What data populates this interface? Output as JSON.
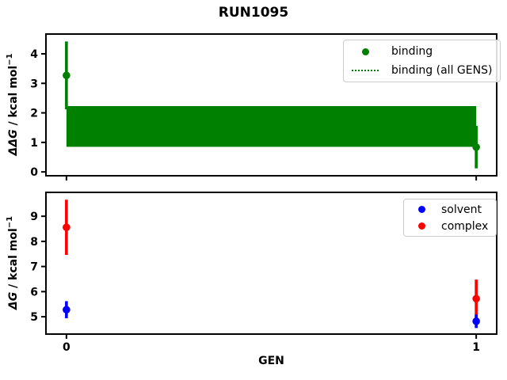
{
  "figure": {
    "title": "RUN1095",
    "background": "#ffffff",
    "frame_color": "#000000",
    "legend_border_color": "#cccccc"
  },
  "chart_data": [
    {
      "type": "scatter",
      "subtype": "errorbar",
      "ylabel": "ΔΔG / kcal mol⁻¹",
      "ylabel_parts": {
        "math": "ΔΔG",
        "rest": " / kcal mol",
        "sup": "−1"
      },
      "xlabel": "",
      "xlim": [
        -0.05,
        1.05
      ],
      "ylim": [
        -0.13,
        4.67
      ],
      "yticks": [
        0,
        1,
        2,
        3,
        4
      ],
      "xticks": [
        0,
        1
      ],
      "show_x_tick_labels": false,
      "grid": false,
      "series": [
        {
          "name": "binding",
          "color": "#008000",
          "marker": "circle",
          "x": [
            0,
            1
          ],
          "y": [
            3.27,
            0.84
          ],
          "yerr": [
            1.15,
            0.72
          ]
        }
      ],
      "band": {
        "name": "binding (all GENS)",
        "color": "#008000",
        "x": [
          0,
          1
        ],
        "y_low": 0.85,
        "y_high": 2.23,
        "line_style": "dotted"
      },
      "legend": {
        "position": "upper right",
        "entries": [
          {
            "label": "binding",
            "glyph": "dot",
            "color": "#008000"
          },
          {
            "label": "binding (all GENS)",
            "glyph": "dotted-line",
            "color": "#008000"
          }
        ]
      }
    },
    {
      "type": "scatter",
      "subtype": "errorbar",
      "ylabel": "ΔG / kcal mol⁻¹",
      "ylabel_parts": {
        "math": "ΔG",
        "rest": " / kcal mol",
        "sup": "−1"
      },
      "xlabel": "GEN",
      "xlim": [
        -0.05,
        1.05
      ],
      "ylim": [
        4.31,
        9.95
      ],
      "yticks": [
        5,
        6,
        7,
        8,
        9
      ],
      "xticks": [
        0,
        1
      ],
      "show_x_tick_labels": true,
      "grid": false,
      "series": [
        {
          "name": "complex",
          "color": "#ff0000",
          "marker": "circle",
          "x": [
            0,
            1
          ],
          "y": [
            8.56,
            5.72
          ],
          "yerr": [
            1.1,
            0.76
          ]
        },
        {
          "name": "solvent",
          "color": "#0000ff",
          "marker": "circle",
          "x": [
            0,
            1
          ],
          "y": [
            5.28,
            4.82
          ],
          "yerr": [
            0.34,
            0.27
          ]
        }
      ],
      "legend": {
        "position": "upper right",
        "entries": [
          {
            "label": "solvent",
            "glyph": "dot",
            "color": "#0000ff"
          },
          {
            "label": "complex",
            "glyph": "dot",
            "color": "#ff0000"
          }
        ]
      }
    }
  ]
}
